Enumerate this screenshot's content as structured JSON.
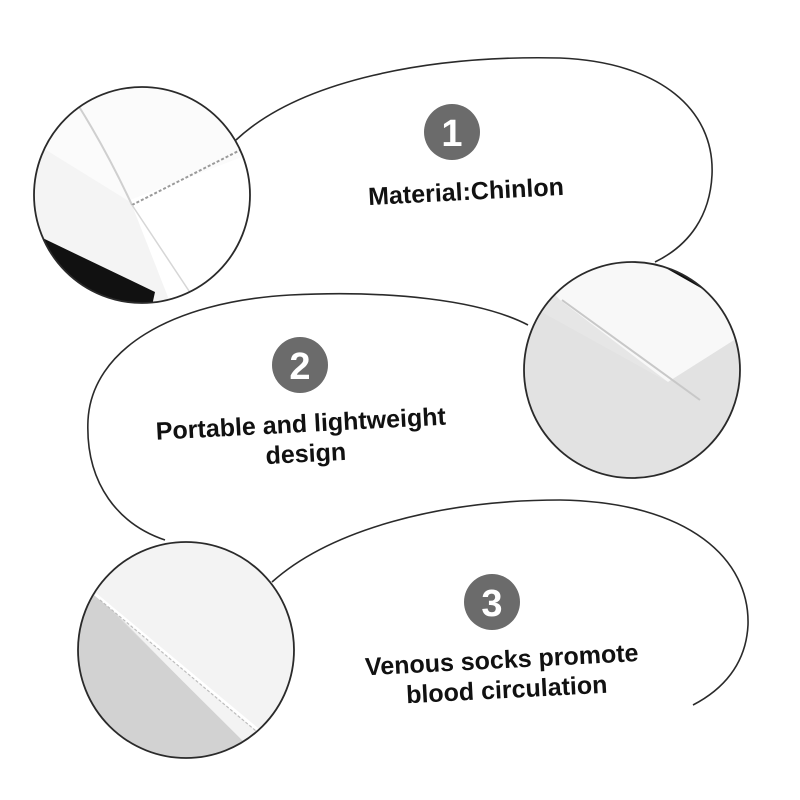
{
  "features": [
    {
      "number": "1",
      "lines": [
        "Material:Chinlon"
      ]
    },
    {
      "number": "2",
      "lines": [
        "Portable and lightweight",
        "design"
      ]
    },
    {
      "number": "3",
      "lines": [
        "Venous socks promote",
        "blood circulation"
      ]
    }
  ],
  "colors": {
    "badge": "#6b6b6b",
    "outline": "#2a2a2a",
    "text": "#111111",
    "fabric_light": "#f6f6f6",
    "fabric_mid": "#e4e4e4",
    "fabric_dark": "#111111"
  }
}
